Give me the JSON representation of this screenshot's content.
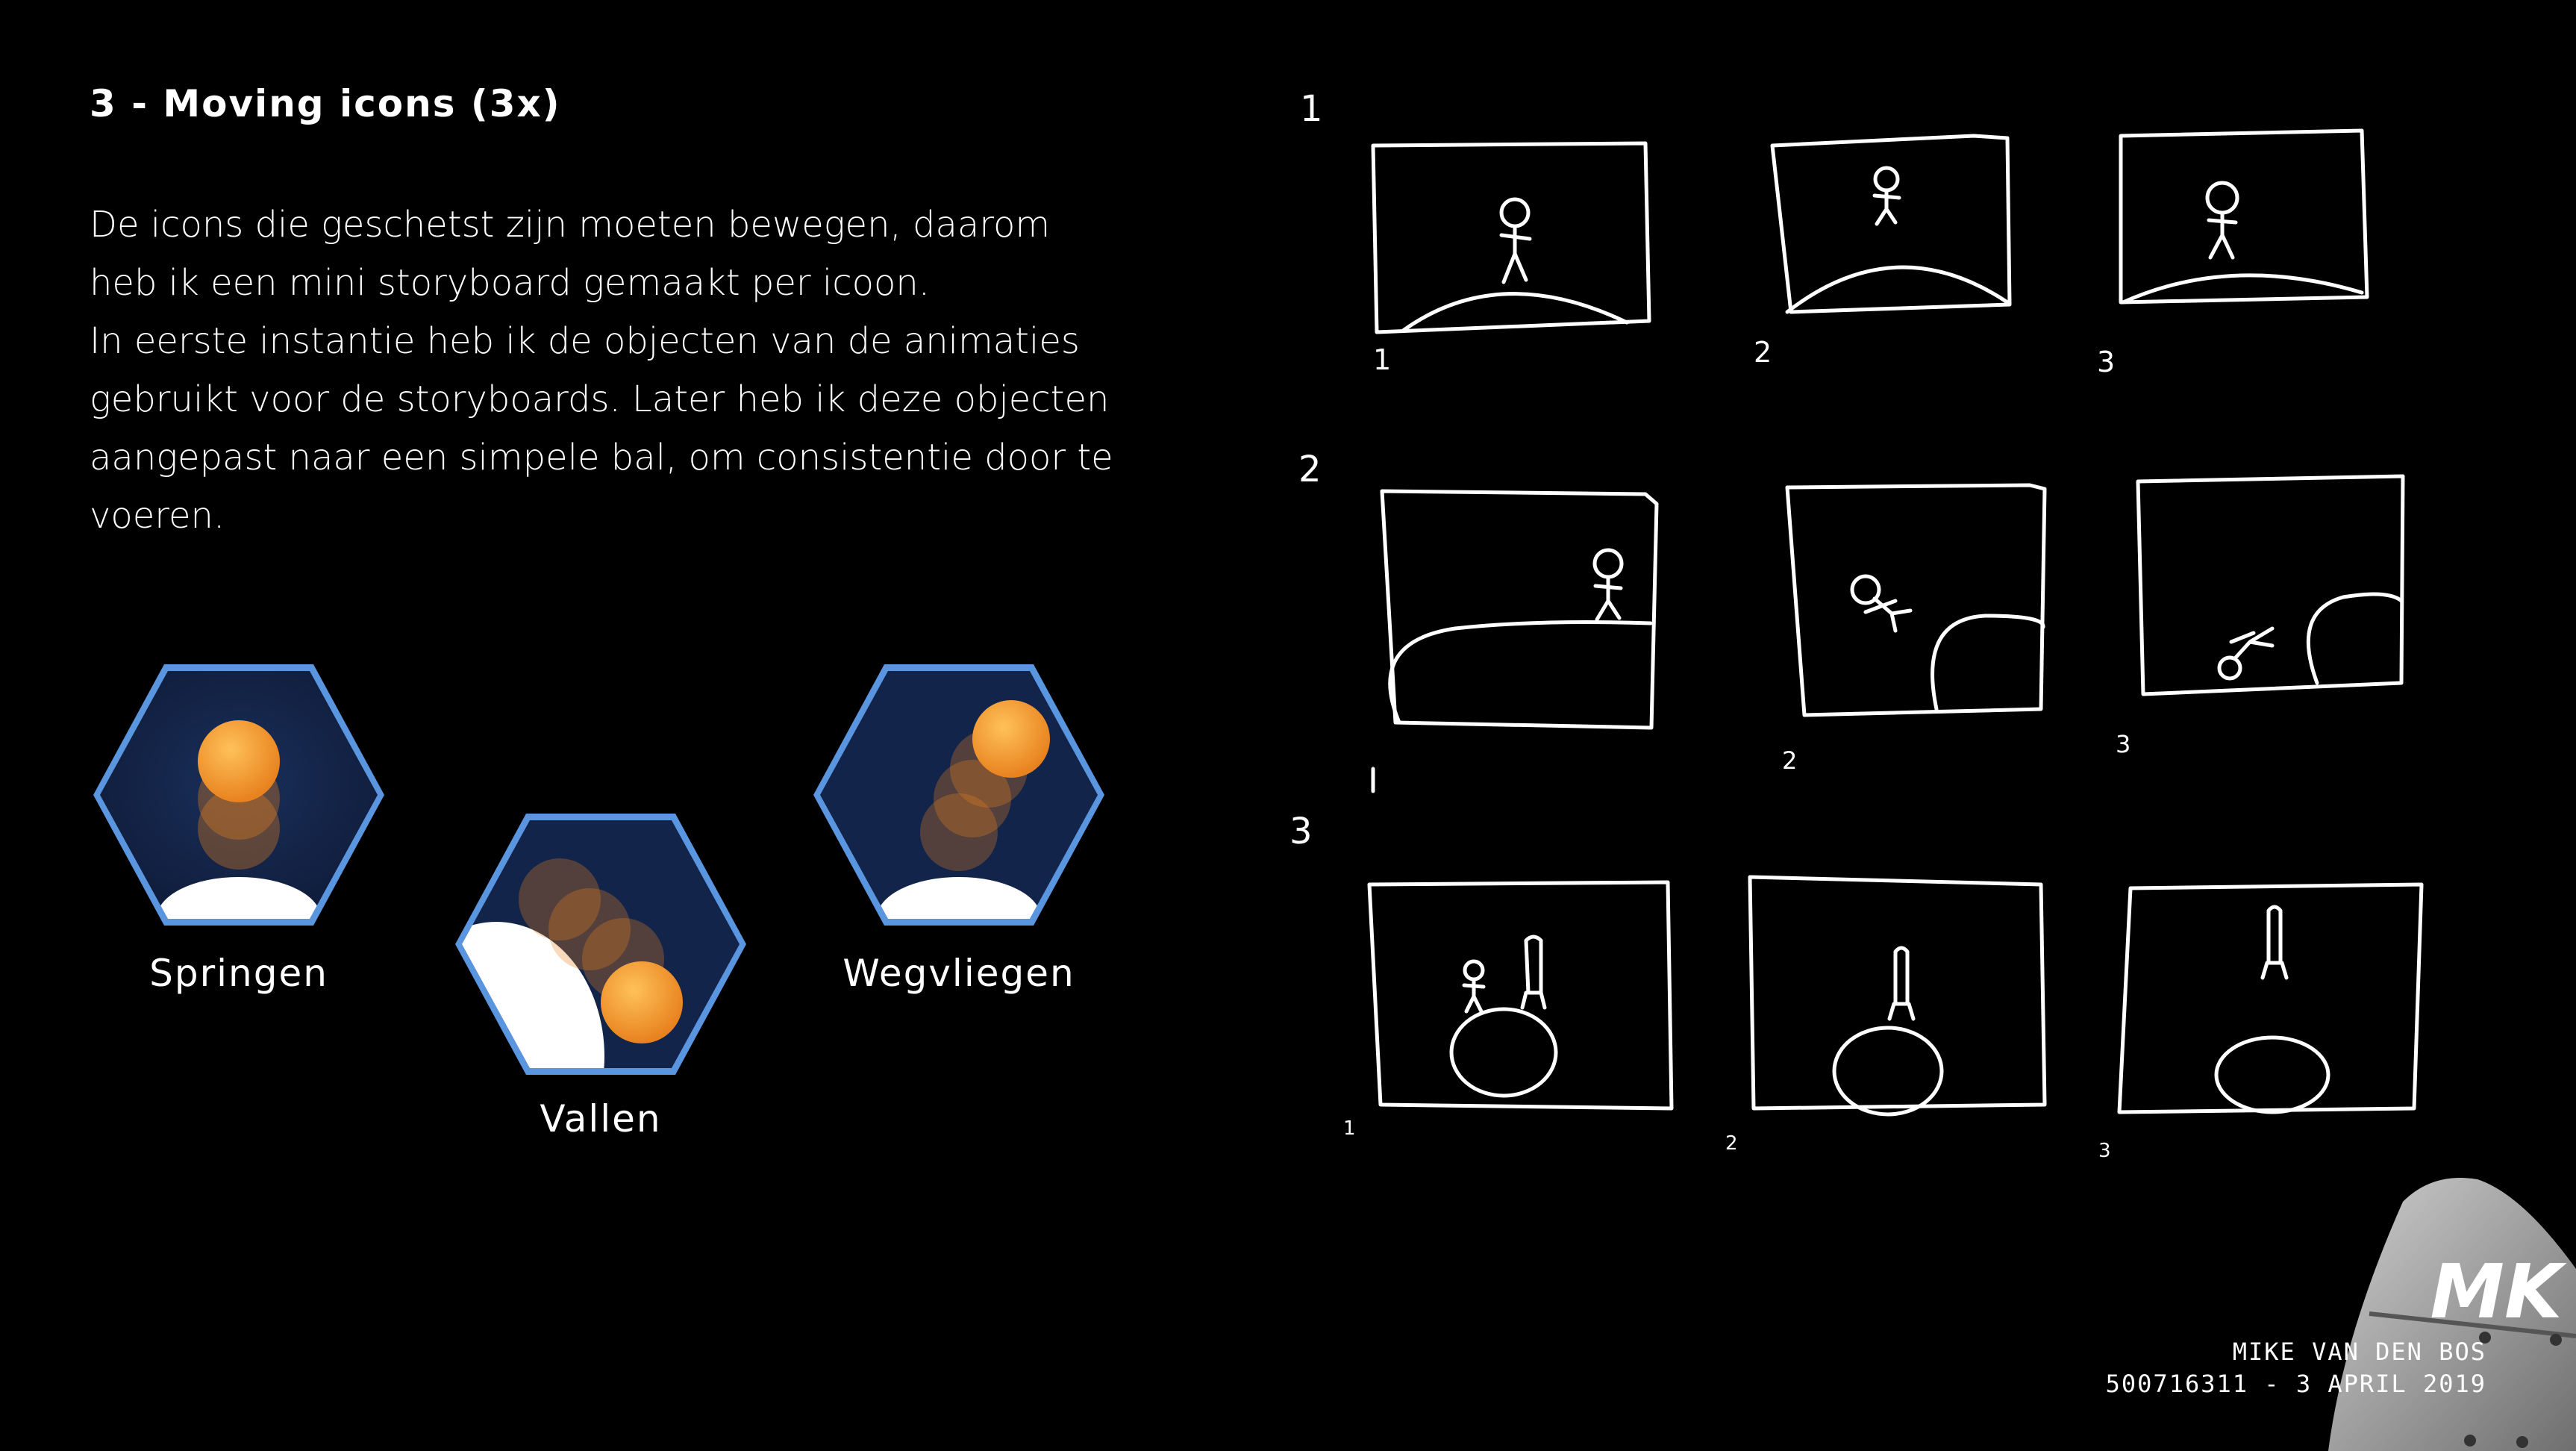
{
  "slide": {
    "title": "3 - Moving icons (3x)",
    "paragraphs": [
      "De icons die geschetst zijn moeten bewegen, daarom heb ik een mini storyboard gemaakt per icoon.",
      "In eerste instantie heb ik de objecten van de animaties gebruikt voor de storyboards. Later heb ik deze objecten aangepast naar een simpele bal, om consistentie door te voeren."
    ]
  },
  "icons": [
    {
      "label": "Springen",
      "icon": "jump-ball-icon"
    },
    {
      "label": "Vallen",
      "icon": "fall-ball-icon"
    },
    {
      "label": "Wegvliegen",
      "icon": "fly-away-ball-icon"
    }
  ],
  "storyboard": {
    "row_labels": [
      "1",
      "2",
      "3"
    ],
    "frame_numbers": [
      "1",
      "2",
      "3",
      "2",
      "3",
      "1",
      "2",
      "3"
    ]
  },
  "footer": {
    "name": "MIKE VAN DEN BOS",
    "student_date": "500716311 - 3 APRIL 2019",
    "logo": "MK"
  },
  "colors": {
    "background": "#000000",
    "hex_border": "#4a86d4",
    "hex_fill": "#142447",
    "ball": "#f4a23a",
    "ground": "#ffffff"
  }
}
